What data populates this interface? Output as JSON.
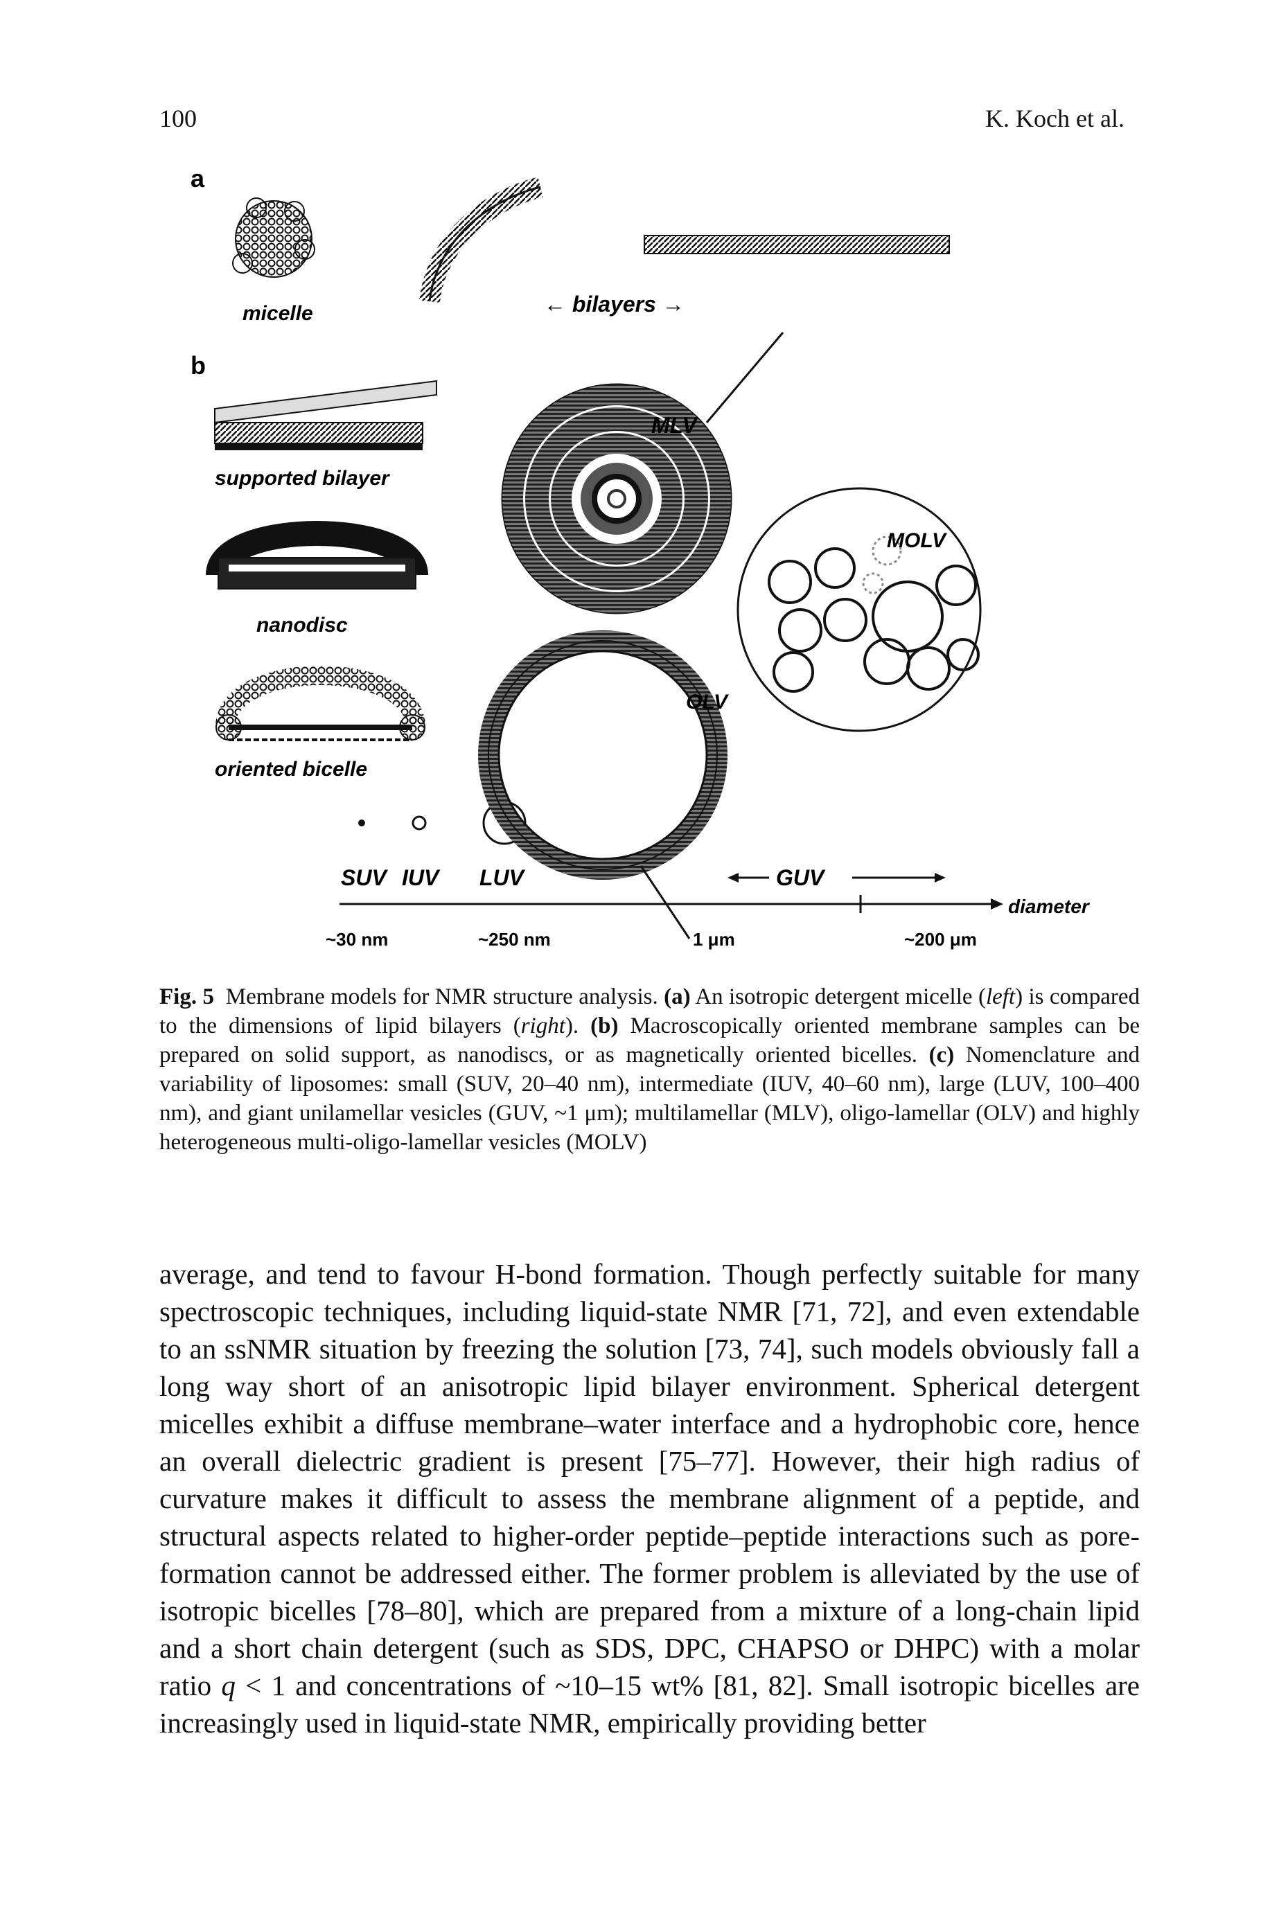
{
  "header": {
    "page_number": "100",
    "authors": "K. Koch et al."
  },
  "figure": {
    "panel_a": "a",
    "panel_b": "b",
    "labels": {
      "micelle": "micelle",
      "bilayers": "← bilayers →",
      "supported_bilayer": "supported bilayer",
      "nanodisc": "nanodisc",
      "oriented_bicelle": "oriented bicelle",
      "mlv": "MLV",
      "molv": "MOLV",
      "olv": "OLV",
      "suv": "SUV",
      "iuv": "IUV",
      "luv": "LUV",
      "guv": "GUV",
      "diameter": "diameter",
      "size_30nm": "~30 nm",
      "size_250nm": "~250 nm",
      "size_1um": "1 μm",
      "size_200um": "~200 μm"
    }
  },
  "caption": {
    "fig_label": "Fig. 5",
    "parts": [
      "Membrane models for NMR structure analysis. ",
      "(a)",
      " An isotropic detergent micelle (",
      "left",
      ") is compared to the dimensions of lipid bilayers (",
      "right",
      "). ",
      "(b)",
      " Macroscopically oriented membrane samples can be prepared on solid support, as nanodiscs, or as magnetically oriented bicelles. ",
      "(c)",
      " Nomenclature and variability of liposomes: small (SUV, 20–40 nm), intermediate (IUV, 40–60 nm), large (LUV, 100–400 nm), and giant unilamellar vesicles (GUV, ~1 μm); multilamellar (MLV), oligo-lamellar (OLV) and highly heterogeneous multi-oligo-lamellar vesicles (MOLV)"
    ]
  },
  "body": {
    "t1": "average, and tend to favour H-bond formation. Though perfectly suitable for many spectroscopic techniques, including liquid-state NMR [71, 72], and even extendable to an ssNMR situation by freezing the solution [73, 74], such models obviously fall a long way short of an anisotropic lipid bilayer environment. Spherical detergent micelles exhibit a diffuse membrane–water interface and a hydrophobic core, hence an overall dielectric gradient is present [75–77]. However, their high radius of curvature makes it difficult to assess the membrane alignment of a peptide, and structural aspects related to higher-order peptide–peptide interactions such as pore-formation cannot be addressed either. The former problem is alleviated by the use of isotropic bicelles [78–80], which are prepared from a mixture of a long-chain lipid and a short chain detergent (such as SDS, DPC, CHAPSO or DHPC) with a molar ratio ",
    "q": "q",
    "t2": " < 1 and concentrations of ~10–15 wt% [81, 82]. Small isotropic bicelles are increasingly used in liquid-state NMR, empirically providing better"
  }
}
